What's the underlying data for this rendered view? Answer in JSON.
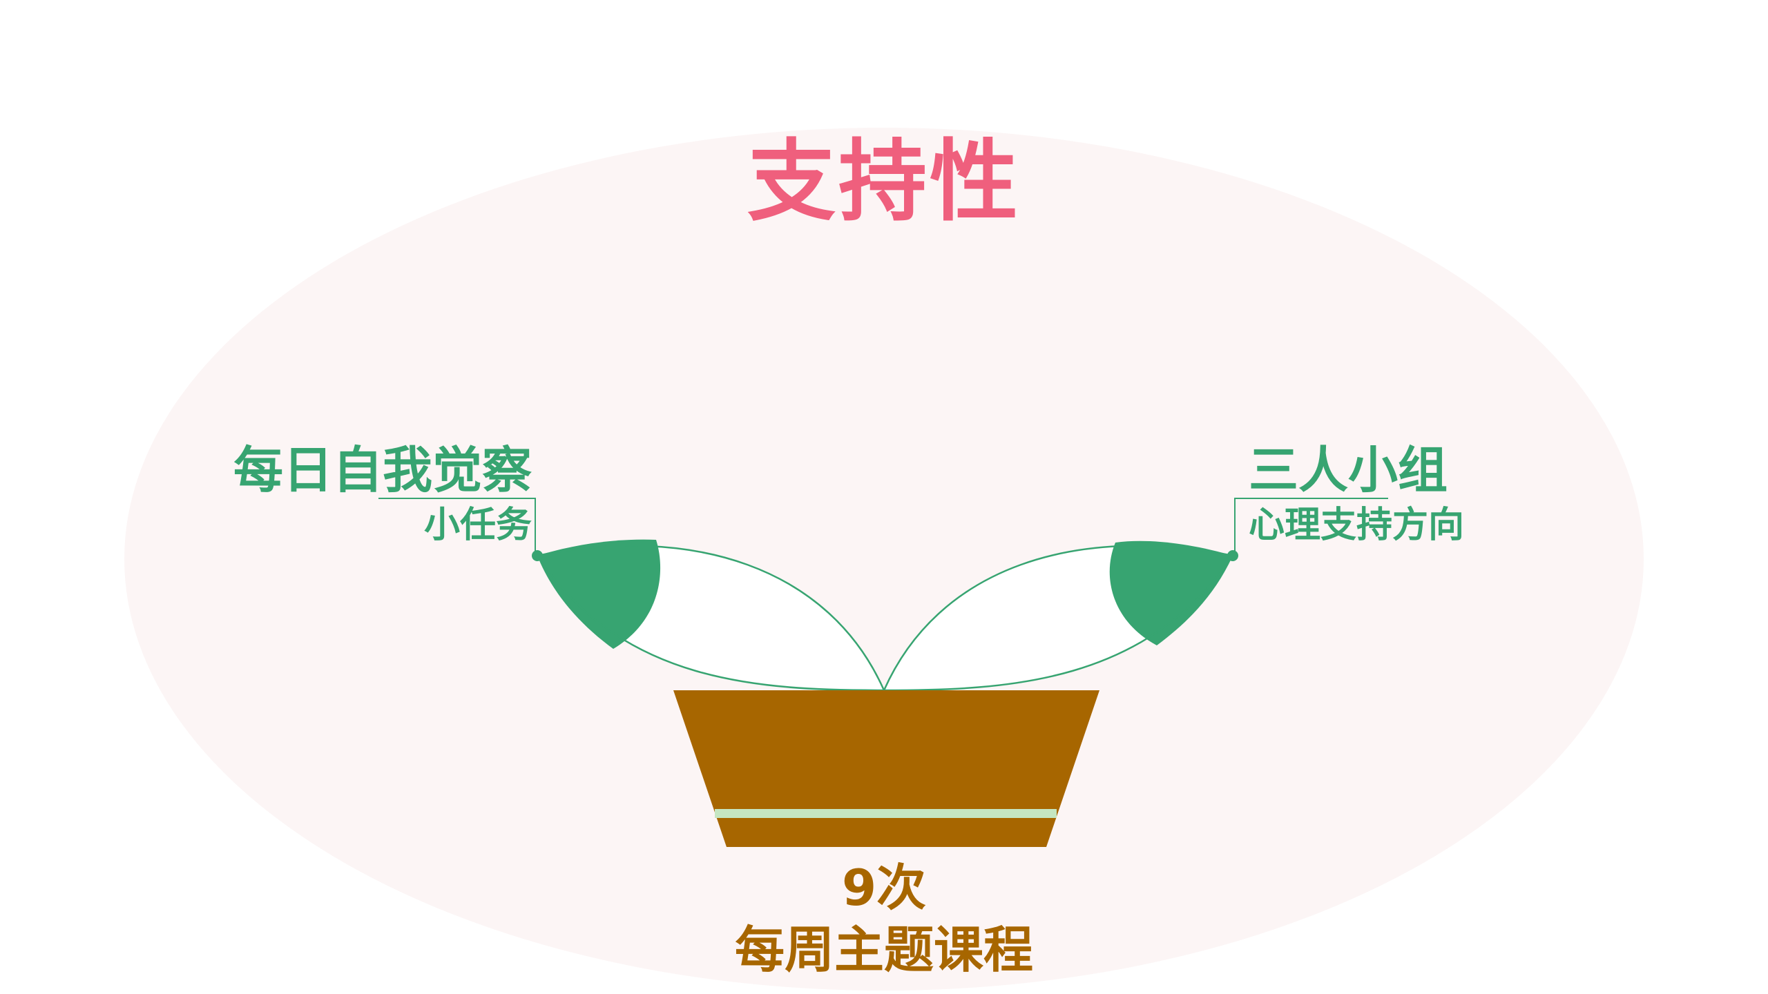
{
  "colors": {
    "background": "#ffffff",
    "halo": "#fcf5f5",
    "title": "#ef5f7d",
    "green": "#37a471",
    "leaf_white": "#ffffff",
    "pot": "#a76600",
    "pot_stripe": "#c5e6c2",
    "pot_text": "#a76600"
  },
  "diagram": {
    "title": "支持性",
    "left_leaf": {
      "heading": "每日自我觉察",
      "subheading": "小任务"
    },
    "right_leaf": {
      "heading": "三人小组",
      "subheading": "心理支持方向"
    },
    "pot": {
      "count": "9次",
      "label": "每周主题课程"
    }
  }
}
